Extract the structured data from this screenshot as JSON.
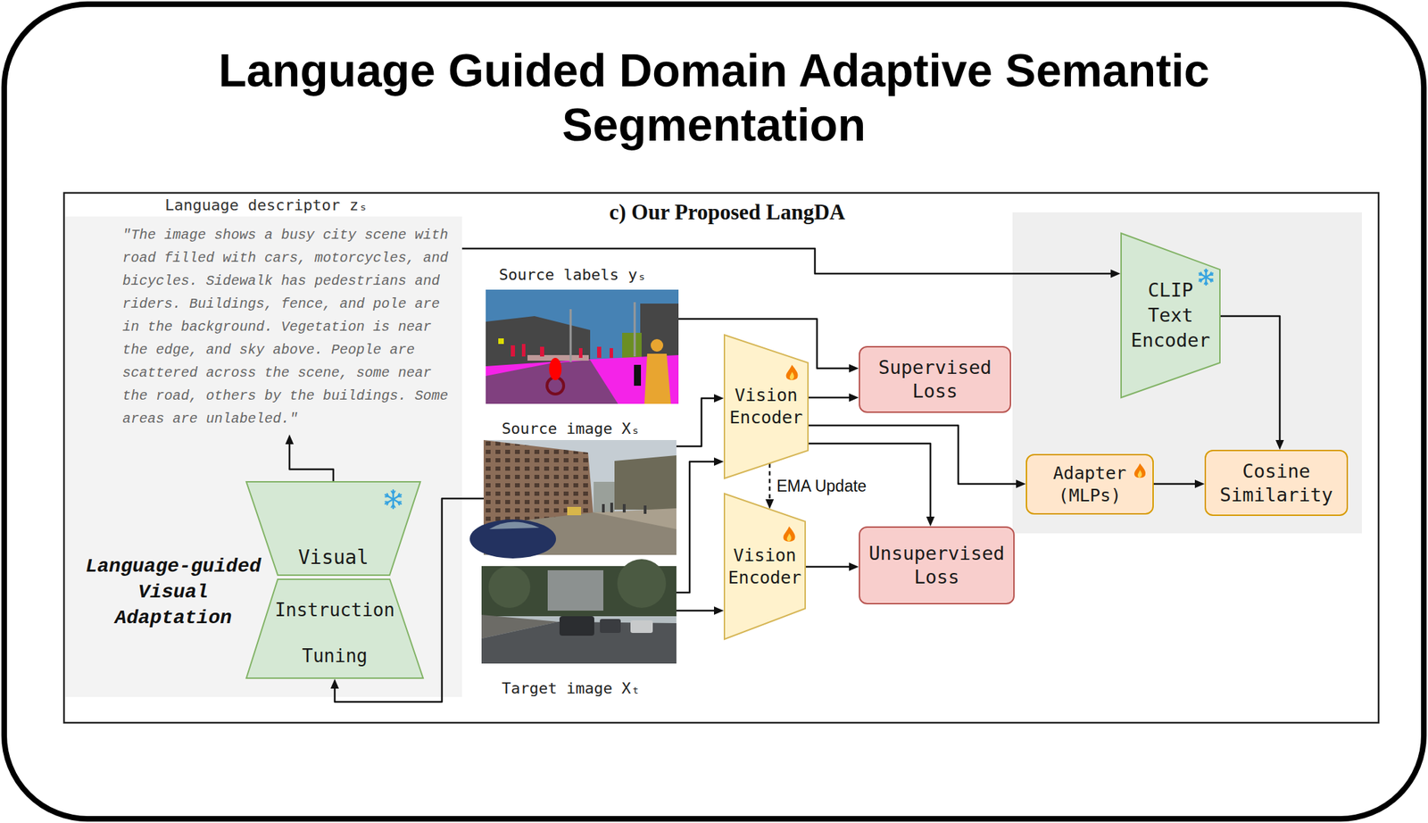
{
  "diagram": {
    "title": "Language Guided Domain Adaptive Semantic Segmentation",
    "nodes": [
      {
        "text": [
          "Language descriptor zₛ",
          "\"The image shows a busy city scene with road filled with cars, motorcycles, and bicycles. Sidewalk has pedestrians and riders. Buildings, fence, and pole are in the background. Vegetation is near the edge, and sky above. People are scattered across the scene, some near the road, others by the buildings. Some areas are unlabeled.\""
        ]
      },
      {
        "text": [
          "Visual"
        ],
        "in": 0
      },
      {
        "text": [
          "Instruction Tuning"
        ],
        "in": 0
      },
      {
        "text": [
          "Source labels yₛ"
        ]
      },
      {
        "text": [
          "Source image Xₛ"
        ]
      },
      {
        "text": [
          "Target image Xₜ"
        ]
      },
      {
        "text": [
          "Vision Encoder"
        ]
      },
      {
        "text": [
          "Vision Encoder"
        ]
      },
      {
        "text": [
          "Supervised Loss"
        ]
      },
      {
        "text": [
          "Unsupervised Loss"
        ]
      },
      {
        "text": [
          "CLIP Text Encoder"
        ]
      },
      {
        "text": [
          "Adapter (MLPs)"
        ]
      },
      {
        "text": [
          "Cosine Similarity"
        ]
      }
    ],
    "edges": [
      {
        "from": 1,
        "to": 0,
        "arrow": "to"
      },
      {
        "from": 4,
        "to": 2,
        "arrow": "to"
      },
      {
        "from": 0,
        "to": 10,
        "arrow": "to"
      },
      {
        "from": 3,
        "to": 8,
        "arrow": "to"
      },
      {
        "from": 4,
        "to": 6,
        "arrow": "to"
      },
      {
        "from": 5,
        "to": 6,
        "arrow": "to"
      },
      {
        "from": 5,
        "to": 7,
        "arrow": "to"
      },
      {
        "from": 6,
        "to": 8,
        "arrow": "to"
      },
      {
        "from": 6,
        "to": 9,
        "arrow": "to"
      },
      {
        "from": 6,
        "to": 11,
        "arrow": "to"
      },
      {
        "from": 6,
        "to": 7,
        "label": "EMA Update",
        "arrow": "to"
      },
      {
        "from": 7,
        "to": 9,
        "arrow": "to"
      },
      {
        "from": 10,
        "to": 12,
        "arrow": "to"
      },
      {
        "from": 11,
        "to": 12,
        "arrow": "to"
      }
    ],
    "labels": [
      "c) Our Proposed LangDA",
      "Language-guided Visual Adaptation"
    ]
  }
}
